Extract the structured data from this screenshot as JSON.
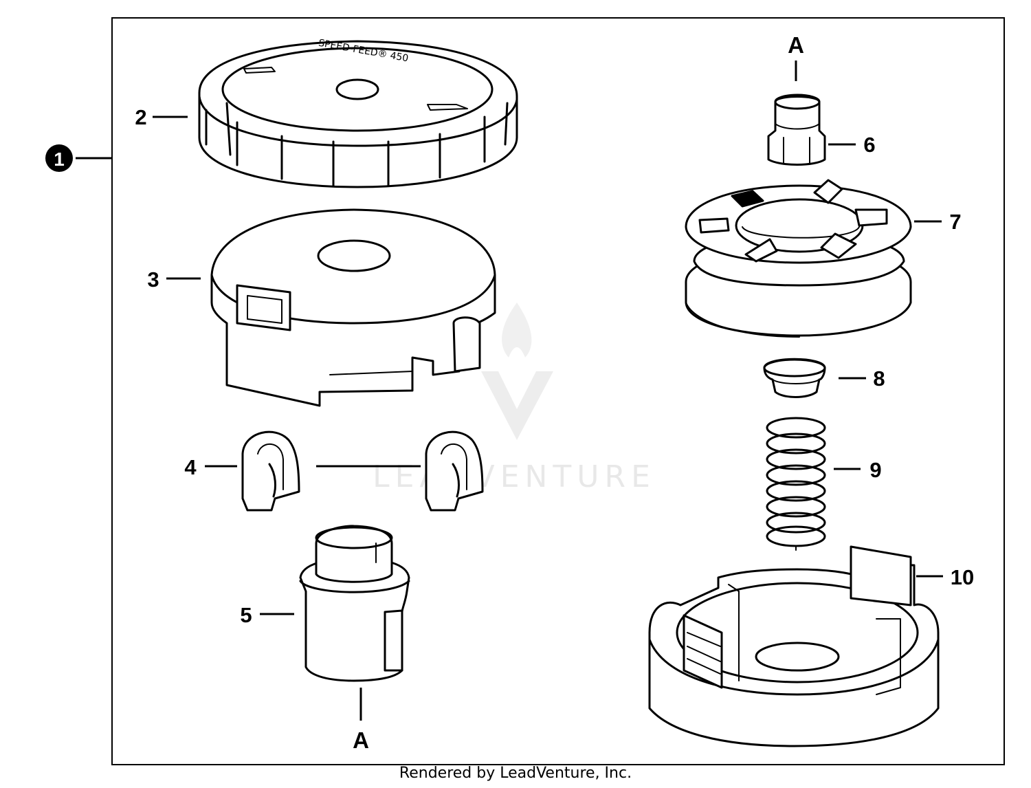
{
  "diagram": {
    "assembly_callout": "1",
    "parts": [
      {
        "id": "2",
        "icon": "spool-cap"
      },
      {
        "id": "3",
        "icon": "spool-housing"
      },
      {
        "id": "4",
        "icon": "eyelet"
      },
      {
        "id": "5",
        "icon": "bump-knob-adapter"
      },
      {
        "id": "6",
        "icon": "bolt-adapter"
      },
      {
        "id": "7",
        "icon": "line-spool"
      },
      {
        "id": "8",
        "icon": "retainer-cap"
      },
      {
        "id": "9",
        "icon": "coil-spring"
      },
      {
        "id": "10",
        "icon": "spool-base"
      }
    ],
    "connector_top": "A",
    "connector_bottom": "A",
    "cap_inscription": "SPEED-FEED® 450",
    "watermark": "LEADVENTURE"
  },
  "footer": {
    "text": "Rendered by LeadVenture, Inc."
  }
}
